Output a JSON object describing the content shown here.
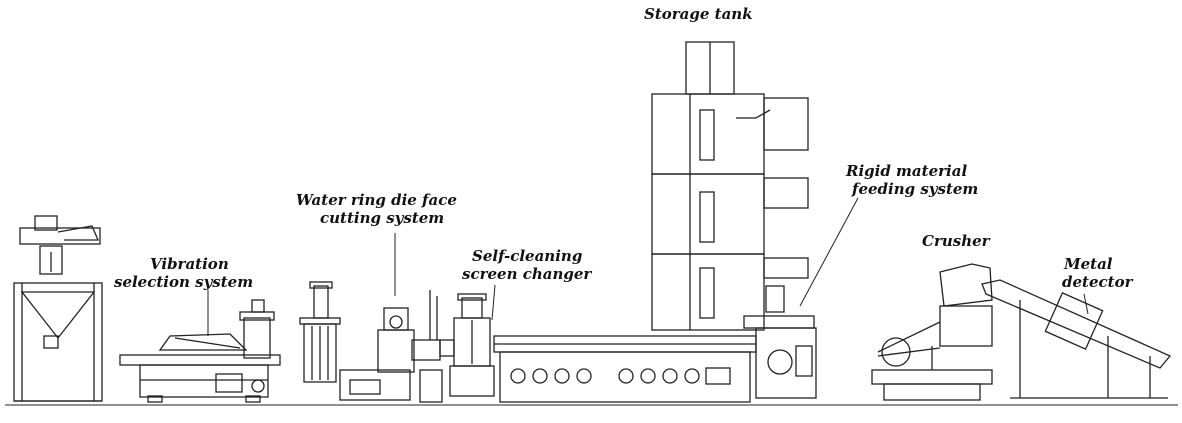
{
  "labels": {
    "storage_tank": "Storage tank",
    "rigid_feed_line1": "Rigid material",
    "rigid_feed_line2": "feeding system",
    "water_ring_line1": "Water ring die face",
    "water_ring_line2": "cutting system",
    "self_clean_line1": "Self-cleaning",
    "self_clean_line2": "screen changer",
    "vibration_line1": "Vibration",
    "vibration_line2": "selection system",
    "crusher": "Crusher",
    "metal_line1": "Metal",
    "metal_line2": "detector"
  },
  "colors": {
    "line": "#222222",
    "background": "#ffffff"
  }
}
